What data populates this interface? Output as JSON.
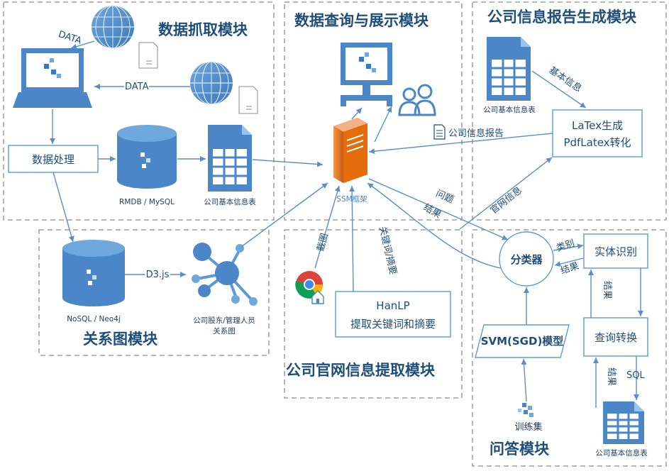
{
  "modules": {
    "crawl": "数据抓取模块",
    "query": "数据查询与展示模块",
    "report": "公司信息报告生成模块",
    "graph": "关系图模块",
    "website": "公司官网信息提取模块",
    "qa": "问答模块"
  },
  "nodes": {
    "data_processing": "数据处理",
    "rmdb": "RMDB / MySQL",
    "basic_info_table": "公司基本信息表",
    "ssm": "SSM框架",
    "latex": "LaTex生成",
    "pdflatex": "PdfLatex转化",
    "nosql": "NoSQL / Neo4j",
    "relation_graph_line1": "公司股东/管理人员",
    "relation_graph_line2": "关系图",
    "hanlp_line1": "HanLP",
    "hanlp_line2": "提取关键词和摘要",
    "classifier": "分类器",
    "entity_recognition": "实体识别",
    "query_conversion": "查询转换",
    "svm_model": "SVM(SGD)模型",
    "training_set": "训练集",
    "report_basic_table": "公司基本信息表",
    "qa_basic_table": "公司基本信息表"
  },
  "edges": {
    "data_top": "DATA",
    "data_mid": "DATA",
    "basic_info": "基本信息",
    "company_report": "公司信息报告",
    "d3js": "D3.js",
    "question": "问题",
    "result_ssm": "结果",
    "website_info": "官网信息",
    "screenshot": "截图",
    "keywords_summary": "关键词/摘要",
    "category": "类别",
    "result_entity": "结果",
    "result_qa1": "结果",
    "result_qa2": "结果",
    "sql": "SQL"
  },
  "icons": [
    "monitor-icon",
    "globe-icon",
    "document-icon",
    "database-icon",
    "spreadsheet-icon",
    "server-icon",
    "users-icon",
    "graph-icon",
    "chrome-icon",
    "report-doc-icon",
    "dataset-icon"
  ],
  "colors": {
    "accent": "#5b9bd5",
    "dark": "#1f4e79",
    "server": "#e46c0a",
    "border": "#7f7f7f"
  }
}
